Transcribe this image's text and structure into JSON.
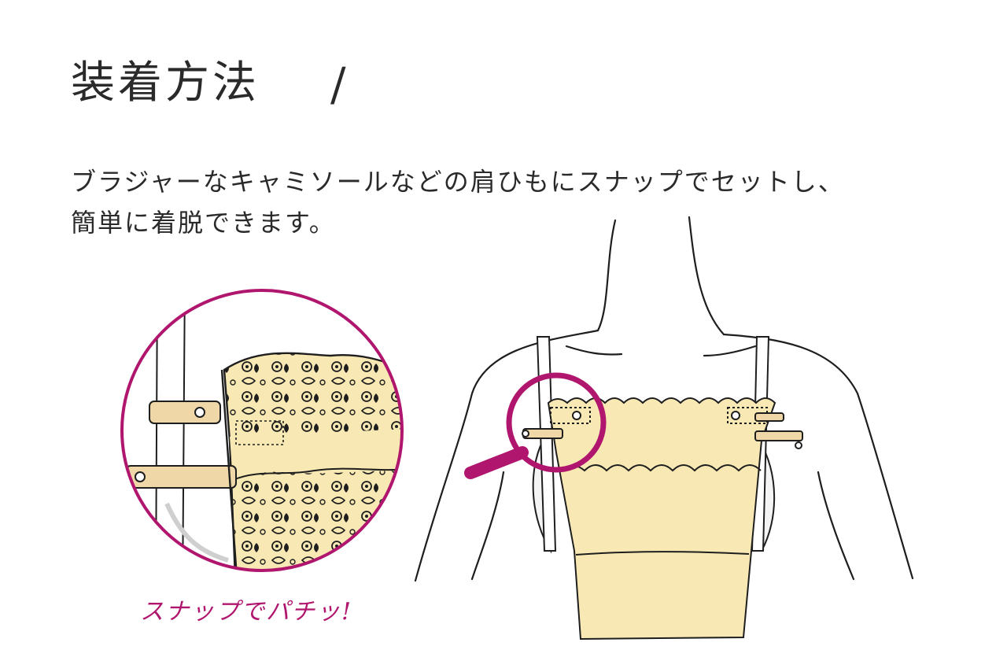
{
  "header": {
    "title": "装着方法",
    "slash": "/"
  },
  "description": {
    "line1": "ブラジャーなキャミソールなどの肩ひもにスナップでセットし、",
    "line2": "簡単に着脱できます。"
  },
  "zoom_caption": "スナップでパチッ!",
  "colors": {
    "accent": "#b0166e",
    "fabric": "#f8e9b4",
    "strap": "#efd7a8",
    "line": "#1e1e1e"
  }
}
